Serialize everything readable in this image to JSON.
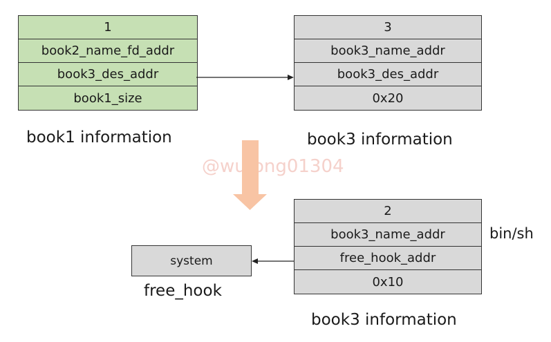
{
  "book1": {
    "rows": [
      "1",
      "book2_name_fd_addr",
      "book3_des_addr",
      "book1_size"
    ],
    "caption": "book1 information"
  },
  "book3_before": {
    "rows": [
      "3",
      "book3_name_addr",
      "book3_des_addr",
      "0x20"
    ],
    "caption": "book3 information"
  },
  "book3_after": {
    "rows": [
      "2",
      "book3_name_addr",
      "free_hook_addr",
      "0x10"
    ],
    "caption": "book3 information",
    "side_label": "bin/sh"
  },
  "free_hook": {
    "value": "system",
    "caption": "free_hook"
  },
  "watermark": "@wutong01304",
  "colors": {
    "green_fill": "#c6e0b4",
    "gray_fill": "#d9d9d9",
    "down_arrow": "#f8c4a4"
  }
}
